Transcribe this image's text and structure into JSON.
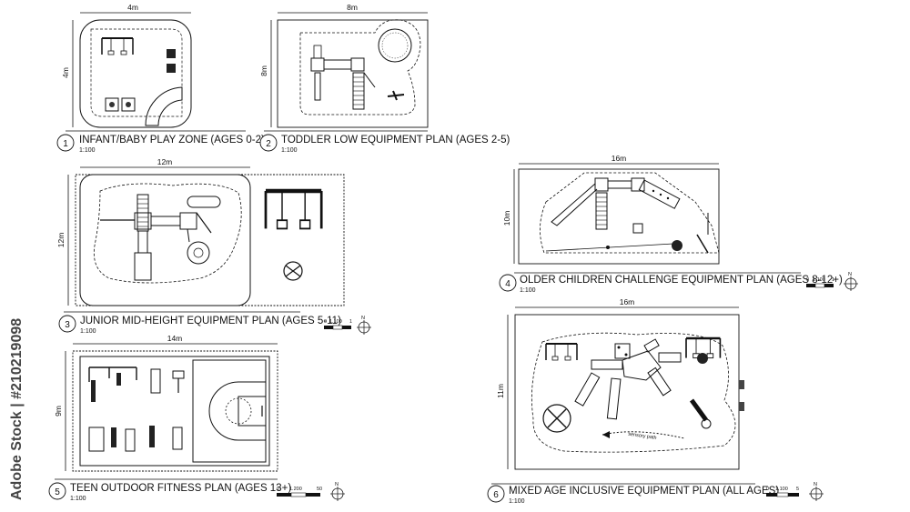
{
  "watermark": "Adobe Stock | #210219098",
  "north_label": "N",
  "plans": [
    {
      "num": "1",
      "title": "INFANT/BABY PLAY ZONE (AGES 0-2)",
      "scale": "1:100",
      "dim_w": "4m",
      "dim_h": "4m"
    },
    {
      "num": "2",
      "title": "TODDLER LOW EQUIPMENT PLAN (AGES 2-5)",
      "scale": "1:100",
      "dim_w": "8m",
      "dim_h": "8m"
    },
    {
      "num": "3",
      "title": "JUNIOR MID-HEIGHT EQUIPMENT PLAN (AGES 5-11)",
      "scale": "1:100",
      "dim_w": "12m",
      "dim_h": "12m",
      "bar": [
        "0",
        "1.100",
        "1"
      ]
    },
    {
      "num": "4",
      "title": "OLDER CHILDREN CHALLENGE EQUIPMENT PLAN (AGES 8-12+)",
      "scale": "1:100",
      "dim_w": "16m",
      "dim_h": "10m",
      "bar": [
        "0",
        "1.100",
        "1"
      ]
    },
    {
      "num": "5",
      "title": "TEEN OUTDOOR FITNESS PLAN (AGES 13+)",
      "scale": "1:100",
      "dim_w": "14m",
      "dim_h": "9m",
      "bar": [
        "0",
        "1.200",
        "50"
      ]
    },
    {
      "num": "6",
      "title": "MIXED AGE INCLUSIVE EQUIPMENT PLAN (ALL AGES)",
      "scale": "1:100",
      "dim_w": "16m",
      "dim_h": "11m",
      "bar": [
        "0",
        "1.100",
        "5"
      ],
      "path_label": "sensory path"
    }
  ]
}
